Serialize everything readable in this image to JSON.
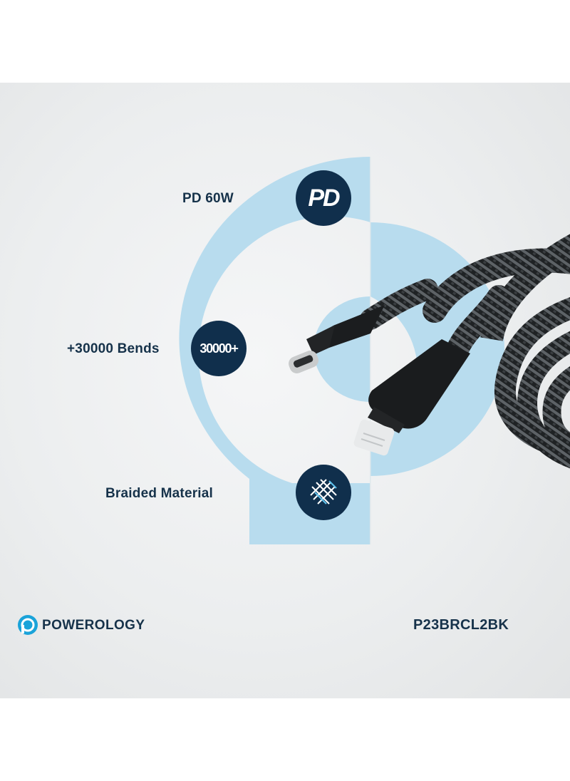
{
  "features": [
    {
      "label": "PD 60W",
      "icon": "pd-icon",
      "badge_text": "PD"
    },
    {
      "label": "+30000 Bends",
      "icon": "bends-counter-icon",
      "badge_text": "30000+"
    },
    {
      "label": "Braided Material",
      "icon": "braided-mesh-icon",
      "badge_text": ""
    }
  ],
  "brand": {
    "name": "POWEROLOGY",
    "logo_icon": "powerology-logo-icon"
  },
  "product": {
    "model": "P23BRCL2BK"
  },
  "colors": {
    "accent_light": "#b6dcee",
    "badge_navy": "#102f4c",
    "text_navy": "#16324a",
    "brand_blue": "#1aa3d9"
  }
}
